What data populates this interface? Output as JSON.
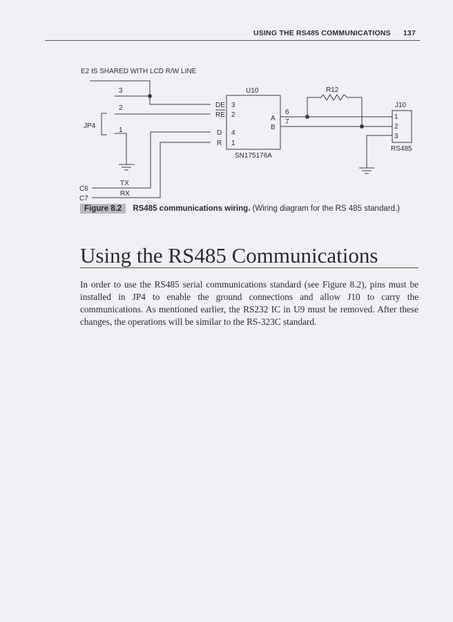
{
  "header": {
    "running_title": "USING THE RS485 COMMUNICATIONS",
    "page_number": "137"
  },
  "figure": {
    "note": "E2 IS SHARED WITH LCD R/W LINE",
    "jp4": {
      "label": "JP4",
      "pins": [
        "3",
        "2",
        "1"
      ]
    },
    "u10": {
      "label": "U10",
      "part": "SN175176A",
      "left_pins": [
        {
          "name": "DE",
          "num": "3"
        },
        {
          "name": "RE",
          "num": "2"
        },
        {
          "name": "D",
          "num": "4"
        },
        {
          "name": "R",
          "num": "1"
        }
      ],
      "right_pins": [
        {
          "name": "A",
          "num": "6"
        },
        {
          "name": "B",
          "num": "7"
        }
      ]
    },
    "r12": "R12",
    "j10": {
      "label": "J10",
      "pins": [
        "1",
        "2",
        "3"
      ],
      "name": "RS485"
    },
    "signals": {
      "tx": "TX",
      "rx": "RX",
      "c6": "C6",
      "c7": "C7"
    },
    "caption": {
      "number": "Figure 8.2",
      "title": "RS485 communications wiring.",
      "text": "(Wiring diagram for the RS 485 standard.)"
    }
  },
  "section": {
    "heading": "Using the RS485 Communications",
    "paragraph": "In order to use the RS485 serial communications standard (see Figure 8.2), pins must be installed in JP4 to enable the ground connections and allow J10 to carry the communications. As mentioned earlier, the RS232 IC in U9 must be removed. After these changes, the operations will be similar to the RS-323C standard."
  }
}
